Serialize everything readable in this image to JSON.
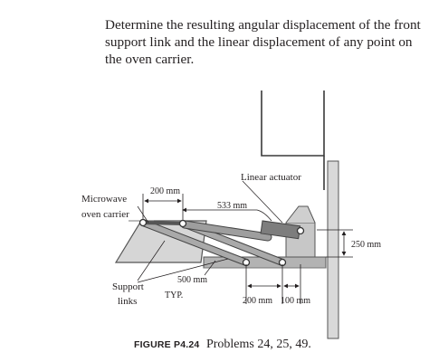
{
  "problem_text": "Determine the resulting angular displacement of the front support link and the linear displacement of any point on the oven carrier.",
  "figure": {
    "labels": {
      "linear_actuator": "Linear actuator",
      "microwave_line1": "Microwave",
      "microwave_line2": "oven carrier",
      "support_line1": "Support",
      "support_line2": "links",
      "dim_200_top": "200 mm",
      "dim_533": "533 mm",
      "dim_250": "250 mm",
      "dim_500": "500 mm",
      "typ": "TYP.",
      "dim_200_bottom": "200 mm",
      "dim_100": "100 mm"
    }
  },
  "caption": {
    "figure_id": "FIGURE P4.24",
    "problems": "Problems 24, 25, 49."
  }
}
